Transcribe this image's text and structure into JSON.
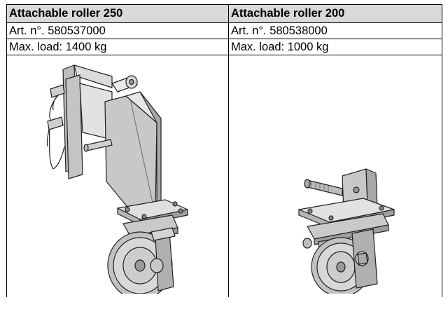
{
  "columns": [
    {
      "title": "Attachable roller 250",
      "art_no": "Art. n°. 580537000",
      "max_load": "Max. load: 1400 kg"
    },
    {
      "title": "Attachable roller 200",
      "art_no": "Art. n°. 580538000",
      "max_load": "Max. load: 1000 kg"
    }
  ]
}
